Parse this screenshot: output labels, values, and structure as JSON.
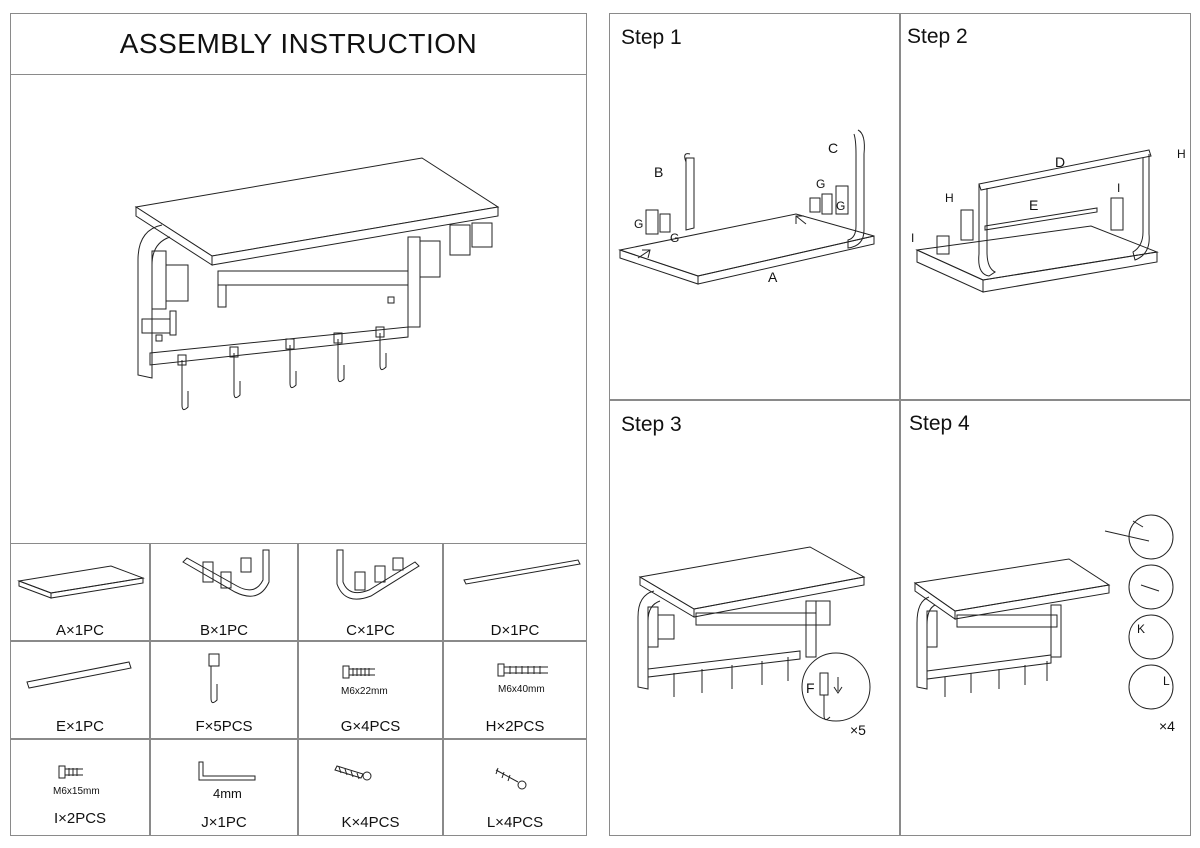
{
  "title": "ASSEMBLY INSTRUCTION",
  "parts": [
    {
      "caption": "A×1PC",
      "icon": "shelf-board-icon"
    },
    {
      "caption": "B×1PC",
      "icon": "left-bracket-icon"
    },
    {
      "caption": "C×1PC",
      "icon": "right-bracket-icon"
    },
    {
      "caption": "D×1PC",
      "icon": "rail-bar-icon"
    },
    {
      "caption": "E×1PC",
      "icon": "rod-icon"
    },
    {
      "caption": "F×5PCS",
      "icon": "hook-icon"
    },
    {
      "caption": "G×4PCS",
      "icon": "screw-icon",
      "size": "M6x22mm"
    },
    {
      "caption": "H×2PCS",
      "icon": "screw-icon",
      "size": "M6x40mm"
    },
    {
      "caption": "I×2PCS",
      "icon": "screw-icon",
      "size": "M6x15mm"
    },
    {
      "caption": "J×1PC",
      "icon": "allen-key-icon",
      "size": "4mm"
    },
    {
      "caption": "K×4PCS",
      "icon": "wall-anchor-icon"
    },
    {
      "caption": "L×4PCS",
      "icon": "wood-screw-icon"
    }
  ],
  "steps": [
    {
      "label": "Step 1",
      "parts": [
        "A",
        "B",
        "C",
        "G",
        "G",
        "G",
        "G"
      ]
    },
    {
      "label": "Step 2",
      "parts": [
        "D",
        "E",
        "H",
        "H",
        "I",
        "I"
      ]
    },
    {
      "label": "Step 3",
      "parts": [
        "F"
      ],
      "multiplier": "×5"
    },
    {
      "label": "Step 4",
      "parts": [
        "K",
        "L"
      ],
      "multiplier": "×4"
    }
  ]
}
